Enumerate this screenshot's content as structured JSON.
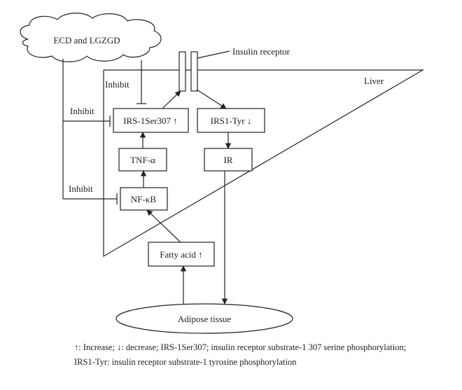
{
  "diagram": {
    "cloud_label": "ECD and LGZGD",
    "receptor_label": "Insulin receptor",
    "liver_label": "Liver",
    "inhibit_top": "Inhibit",
    "inhibit_mid": "Inhibit",
    "inhibit_low": "Inhibit",
    "nodes": {
      "irs1_ser": "IRS-1Ser307 ↑",
      "tnf": "TNF-α",
      "nfkb": "NF-κB",
      "irs1_tyr": "IRS1-Tyr ↓",
      "ir": "IR",
      "fatty_acid": "Fatty acid ↑",
      "adipose": "Adipose tissue"
    }
  },
  "footnote": {
    "line1": "↑: Increase; ↓: decrease; IRS-1Ser307; insulin receptor substrate-1 307 serine phosphorylation;",
    "line2": "IRS1-Tyr: insulin receptor substrate-1 tyrosine phosphorylation"
  }
}
